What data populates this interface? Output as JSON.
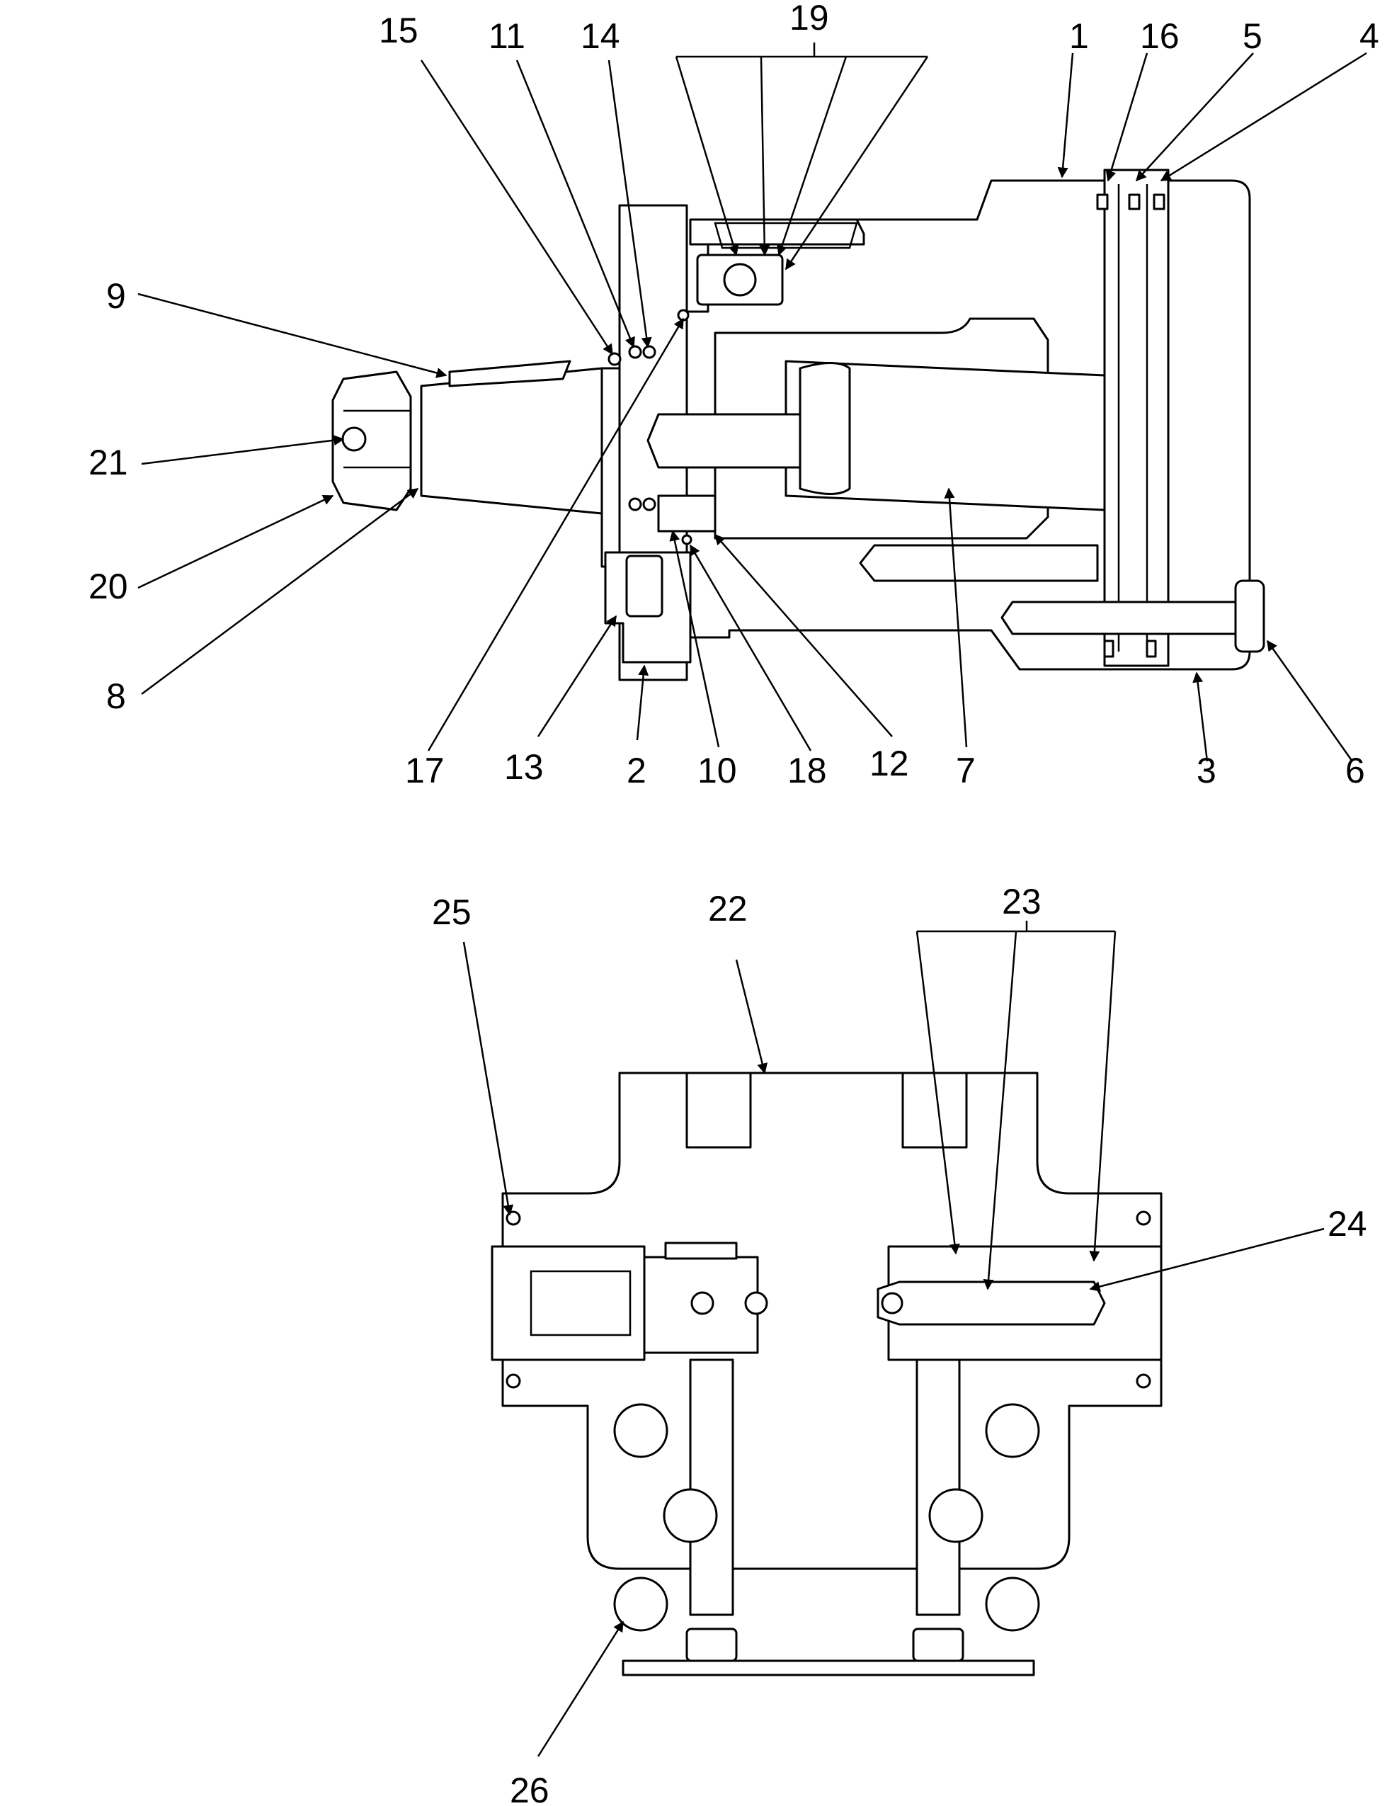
{
  "upper_view": {
    "callouts": [
      "1",
      "2",
      "3",
      "4",
      "5",
      "6",
      "7",
      "8",
      "9",
      "10",
      "11",
      "12",
      "13",
      "14",
      "15",
      "16",
      "17",
      "18",
      "19",
      "20",
      "21"
    ]
  },
  "lower_view": {
    "callouts": [
      "22",
      "23",
      "24",
      "25",
      "26"
    ]
  },
  "colors": {
    "line": "#000000",
    "background": "#ffffff"
  }
}
